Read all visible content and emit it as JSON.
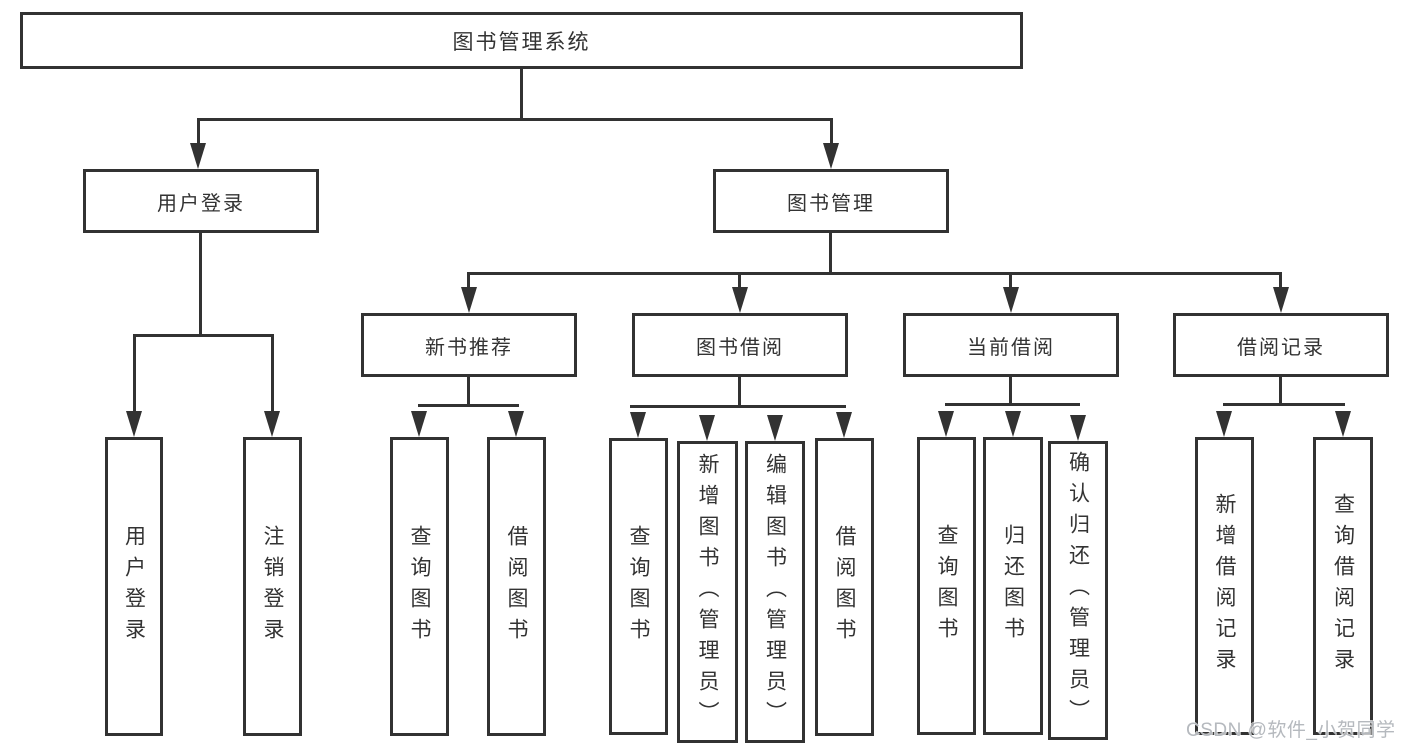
{
  "colors": {
    "line": "#323232",
    "text": "#333333",
    "watermark": "#b5b9be",
    "background": "#ffffff"
  },
  "watermark": {
    "text": "CSDN @软件_小贺同学"
  },
  "tree": {
    "label": "图书管理系统",
    "children": [
      {
        "label": "用户登录",
        "children": [
          {
            "label": "用户登录"
          },
          {
            "label": "注销登录"
          }
        ]
      },
      {
        "label": "图书管理",
        "children": [
          {
            "label": "新书推荐",
            "children": [
              {
                "label": "查询图书"
              },
              {
                "label": "借阅图书"
              }
            ]
          },
          {
            "label": "图书借阅",
            "children": [
              {
                "label": "查询图书"
              },
              {
                "label": "新增图书（管理员）"
              },
              {
                "label": "编辑图书（管理员）"
              },
              {
                "label": "借阅图书"
              }
            ]
          },
          {
            "label": "当前借阅",
            "children": [
              {
                "label": "查询图书"
              },
              {
                "label": "归还图书"
              },
              {
                "label": "确认归还（管理员）"
              }
            ]
          },
          {
            "label": "借阅记录",
            "children": [
              {
                "label": "新增借阅记录"
              },
              {
                "label": "查询借阅记录"
              }
            ]
          }
        ]
      }
    ]
  }
}
